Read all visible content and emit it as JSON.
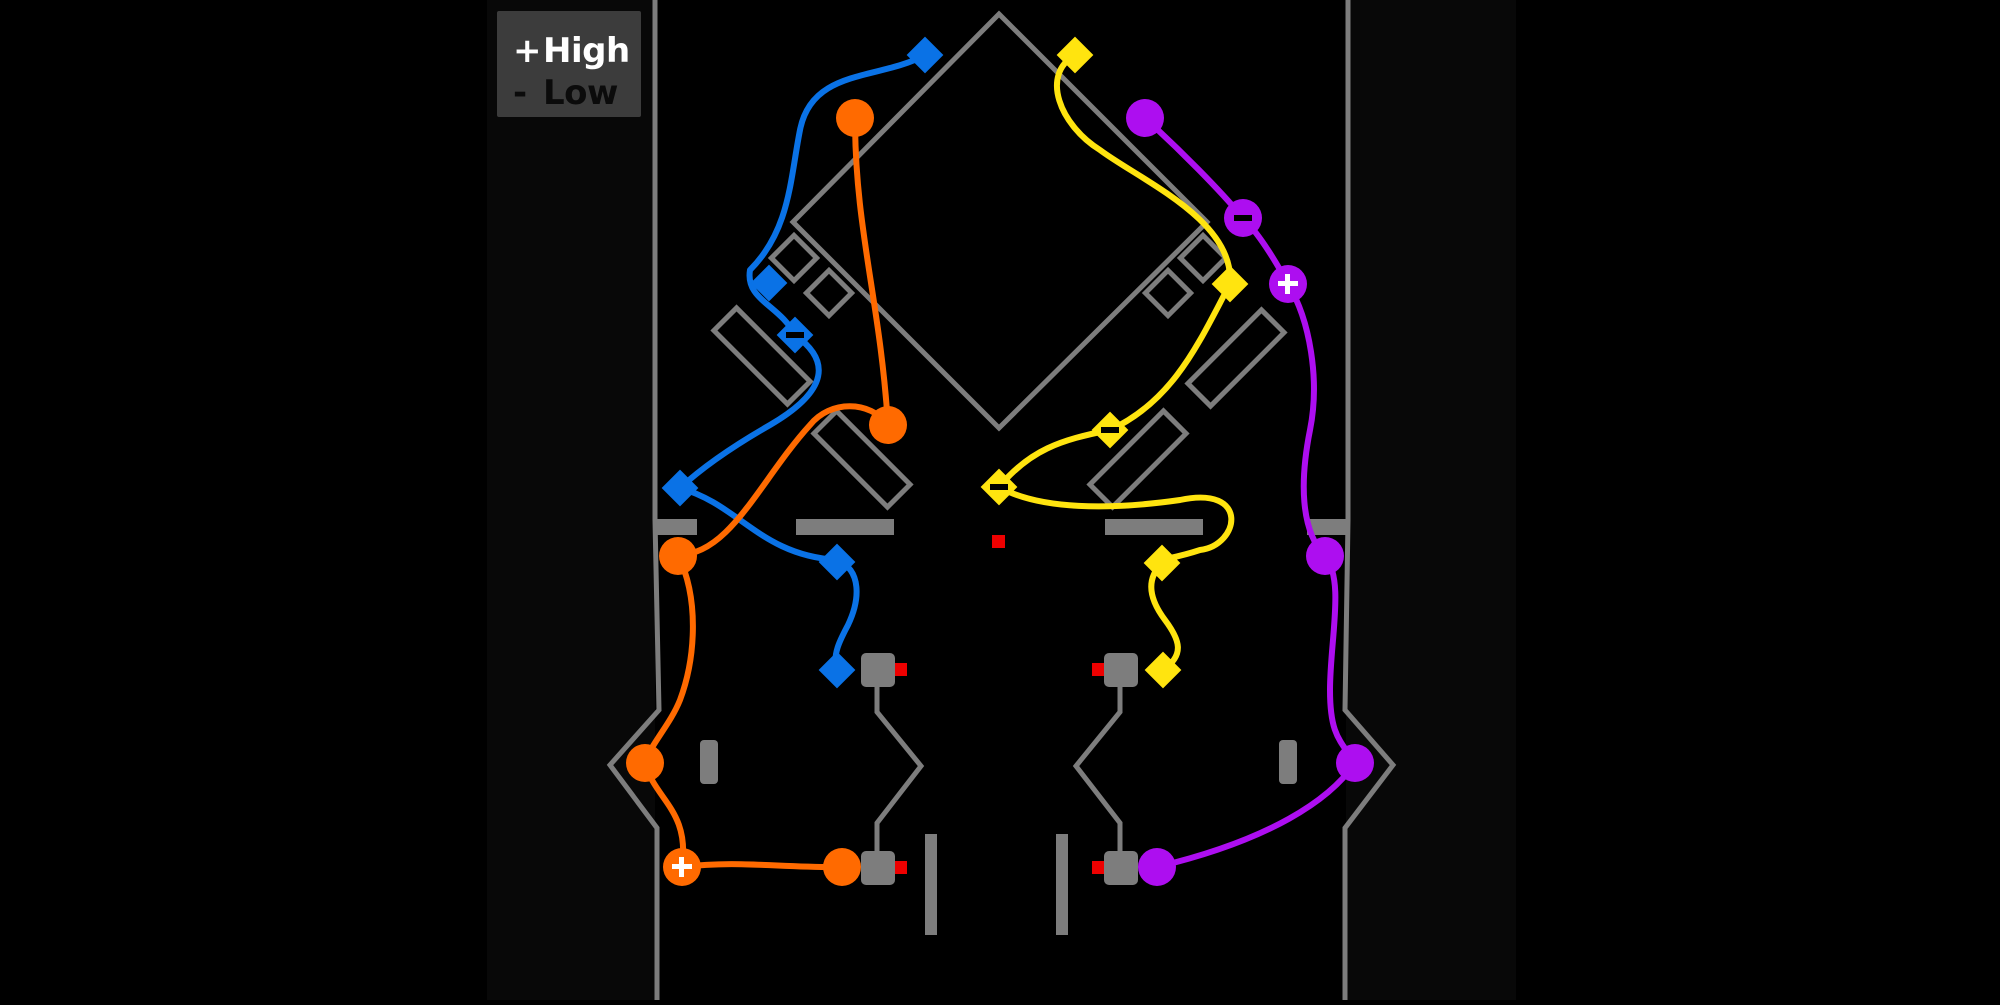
{
  "legend": {
    "high": {
      "symbol": "+",
      "label": "High"
    },
    "low": {
      "symbol": "-",
      "label": "Low"
    }
  },
  "colors": {
    "background": "#000000",
    "side_panels": "#090909",
    "structure": "#7d7d7d",
    "blue": "#0a72e6",
    "orange": "#ff6a00",
    "yellow": "#ffe40f",
    "purple": "#ad0ef0",
    "red_marker": "#ee0000",
    "legend_bg": "#3c3c3c"
  },
  "wires": [
    {
      "name": "blue-wire",
      "color": "blue",
      "node_shape": "diamond"
    },
    {
      "name": "orange-wire",
      "color": "orange",
      "node_shape": "circle"
    },
    {
      "name": "yellow-wire",
      "color": "yellow",
      "node_shape": "diamond"
    },
    {
      "name": "purple-wire",
      "color": "purple",
      "node_shape": "circle"
    }
  ],
  "terminals": [
    {
      "wire": "blue",
      "polarity": "low"
    },
    {
      "wire": "orange",
      "polarity": "high"
    },
    {
      "wire": "yellow",
      "polarity": "low"
    },
    {
      "wire": "yellow",
      "polarity": "low"
    },
    {
      "wire": "purple",
      "polarity": "low"
    },
    {
      "wire": "purple",
      "polarity": "high"
    }
  ]
}
